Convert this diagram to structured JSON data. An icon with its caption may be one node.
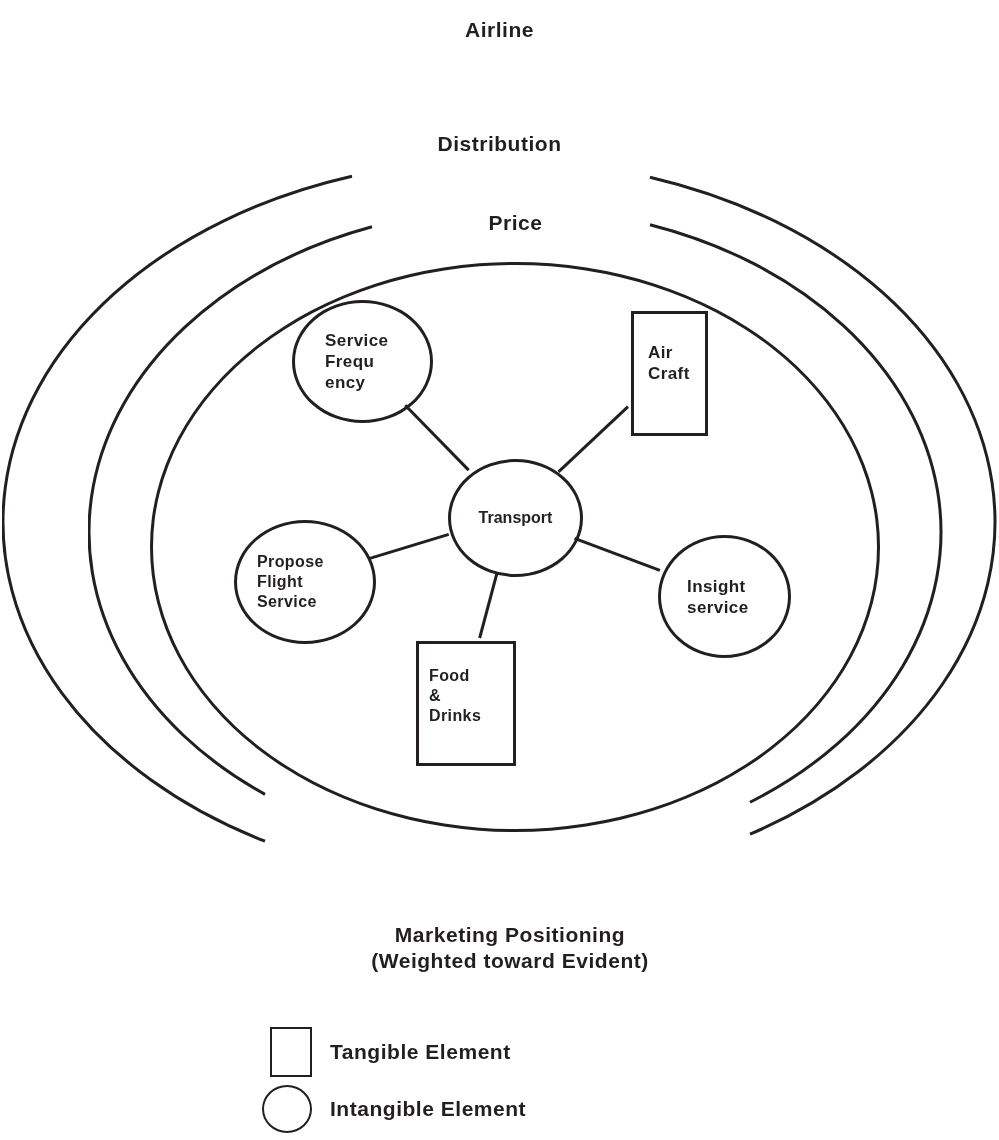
{
  "diagram": {
    "title": "Airline",
    "caption": "Marketing Positioning (Weighted toward Evident)",
    "nodes": [
      {
        "text": [
          "Distribution"
        ]
      },
      {
        "text": [
          "Price"
        ],
        "in": 0
      },
      {
        "text": [],
        "shape": "ellipse",
        "in": 1
      },
      {
        "text": [
          "Transport"
        ],
        "in": 2
      },
      {
        "text": [
          "Service Frequ ency"
        ],
        "in": 2
      },
      {
        "text": [
          "Air Craft"
        ],
        "in": 2
      },
      {
        "text": [
          "Propose Flight Service"
        ],
        "in": 2
      },
      {
        "text": [
          "Insight service"
        ],
        "in": 2
      },
      {
        "text": [
          "Food & Drinks"
        ],
        "in": 2
      }
    ],
    "edges": [
      {
        "from": 3,
        "to": 4,
        "arrow": "none"
      },
      {
        "from": 3,
        "to": 5,
        "arrow": "none"
      },
      {
        "from": 3,
        "to": 6,
        "arrow": "none"
      },
      {
        "from": 3,
        "to": 7,
        "arrow": "none"
      },
      {
        "from": 3,
        "to": 8,
        "arrow": "none"
      }
    ],
    "legend": [
      {
        "text": "Tangible Element"
      },
      {
        "text": "Intangible Element"
      }
    ]
  }
}
